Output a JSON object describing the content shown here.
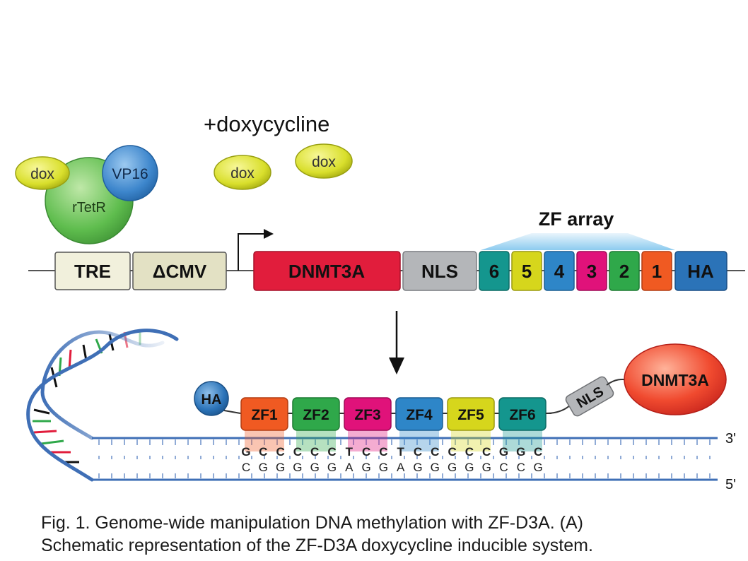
{
  "header": {
    "inducer_label": "+doxycycline"
  },
  "activator": {
    "dox_bound": "dox",
    "rtetr": "rTetR",
    "vp16": "VP16",
    "free_dox": [
      "dox",
      "dox"
    ]
  },
  "construct": {
    "tre": "TRE",
    "cmv": "ΔCMV",
    "dnmt3a": "DNMT3A",
    "nls": "NLS",
    "zf_numbers": [
      "6",
      "5",
      "4",
      "3",
      "2",
      "1"
    ],
    "ha": "HA",
    "zf_array_label": "ZF array"
  },
  "protein": {
    "ha": "HA",
    "zf_labels": [
      "ZF1",
      "ZF2",
      "ZF3",
      "ZF4",
      "ZF5",
      "ZF6"
    ],
    "nls": "NLS",
    "dnmt3a": "DNMT3A"
  },
  "dna": {
    "top_seq": [
      "G",
      "C",
      "C",
      "C",
      "C",
      "C",
      "T",
      "C",
      "C",
      "T",
      "C",
      "C",
      "C",
      "C",
      "C",
      "G",
      "G",
      "C"
    ],
    "bottom_seq": [
      "C",
      "G",
      "G",
      "G",
      "G",
      "G",
      "A",
      "G",
      "G",
      "A",
      "G",
      "G",
      "G",
      "G",
      "G",
      "C",
      "C",
      "G"
    ],
    "end_3": "3'",
    "end_5": "5'"
  },
  "colors": {
    "zf6": "#14968e",
    "zf5": "#d6d61c",
    "zf4": "#2e86c8",
    "zf3": "#e0127a",
    "zf2": "#2fa84a",
    "zf1": "#f05a22",
    "dnmt3a": "#e11d3c",
    "ha": "#2b73b8"
  },
  "caption": {
    "line1": "Fig. 1. Genome-wide manipulation DNA methylation with ZF-D3A.  (A)",
    "line2": "Schematic representation of the ZF-D3A doxycycline inducible system."
  }
}
